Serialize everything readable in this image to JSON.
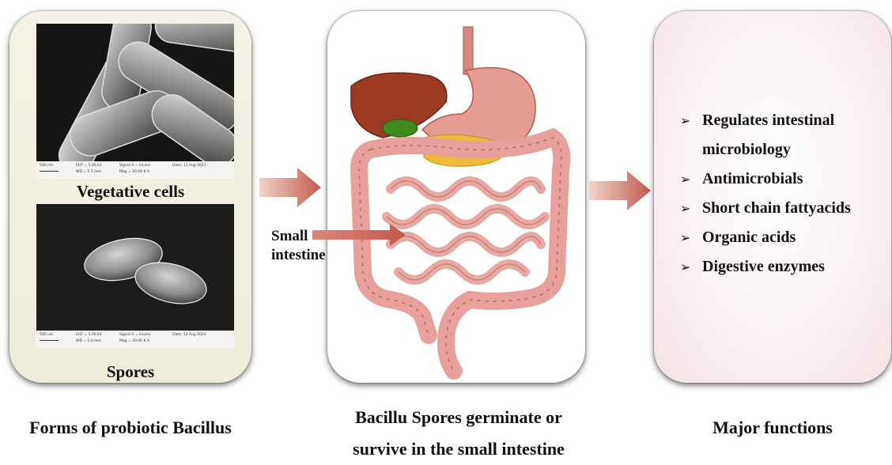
{
  "panels": {
    "left": {
      "vegetative_label": "Vegetative cells",
      "spores_label": "Spores",
      "sem_top": {
        "scale": "500 nm",
        "eht": "EHT = 5.00 kV",
        "wd": "WD = 5.5 mm",
        "signal": "Signal A = InLens",
        "mag": "Mag = 20.00 K X",
        "date": "Date: 12 Aug 2021"
      },
      "sem_bottom": {
        "scale": "500 nm",
        "eht": "EHT = 5.00 kV",
        "wd": "WD = 5.6 mm",
        "signal": "Signal A = InLens",
        "mag": "Mag = 20.00 K X",
        "date": "Date: 12 Aug 2021"
      }
    },
    "middle": {
      "small_intestine_label_line1": "Small",
      "small_intestine_label_line2": "intestine"
    },
    "right": {
      "functions": [
        {
          "line1": "Regulates intestinal",
          "line2": "microbiology"
        },
        {
          "line1": "Antimicrobials"
        },
        {
          "line1": "Short chain fattyacids"
        },
        {
          "line1": "Organic acids"
        },
        {
          "line1": "Digestive enzymes"
        }
      ],
      "bullet": "➢"
    }
  },
  "captions": {
    "left": "Forms of  probiotic Bacillus",
    "middle_line1": "Bacillu Spores germinate or",
    "middle_line2": "survive in the small intestine",
    "right": "Major functions"
  },
  "colors": {
    "arrow": "#c8685a",
    "liver": "#9c3a22",
    "stomach": "#e59a92",
    "pancreas": "#f0b93a",
    "gallbladder": "#3f8a1c",
    "intestine": "#e7a09c"
  }
}
